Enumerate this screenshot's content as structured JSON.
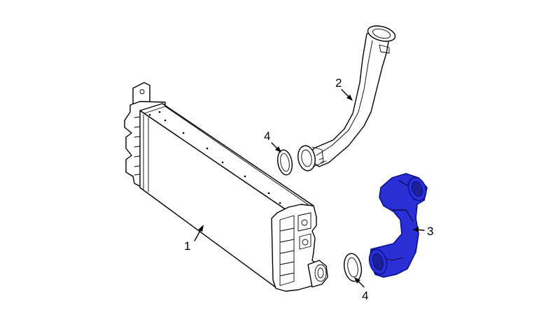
{
  "diagram": {
    "callouts": [
      {
        "id": "intercooler",
        "label": "1"
      },
      {
        "id": "upper-pipe",
        "label": "2"
      },
      {
        "id": "lower-hose",
        "label": "3"
      },
      {
        "id": "seal-upper",
        "label": "4"
      },
      {
        "id": "seal-lower",
        "label": "4"
      }
    ],
    "highlight_color": "#2a2fd6",
    "highlight_stroke": "#0a0f8a",
    "line_color": "#000000",
    "background": "#ffffff"
  }
}
